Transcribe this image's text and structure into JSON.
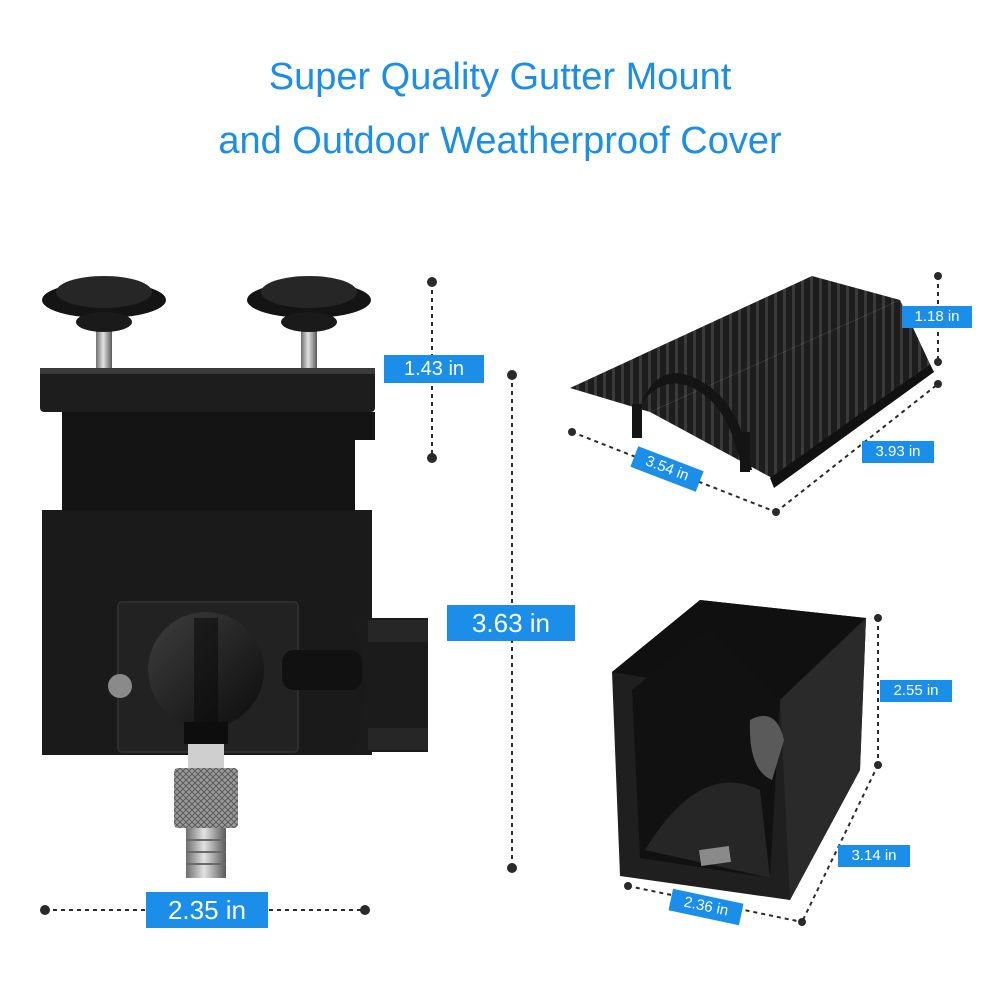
{
  "headline": {
    "line1": "Super Quality Gutter Mount",
    "line2": "and Outdoor Weatherproof Cover"
  },
  "dimensions": {
    "mount_clamp_height": "1.43 in",
    "mount_total_height": "3.63 in",
    "mount_width": "2.35 in",
    "roof_height": "1.18 in",
    "roof_depth": "3.93 in",
    "roof_width": "3.54 in",
    "cradle_height": "2.55 in",
    "cradle_depth": "3.14 in",
    "cradle_width": "2.36 in"
  },
  "colors": {
    "accent": "#1a8ee8",
    "product": "#1b1b1b",
    "dimension_line": "#2a2a2a"
  }
}
